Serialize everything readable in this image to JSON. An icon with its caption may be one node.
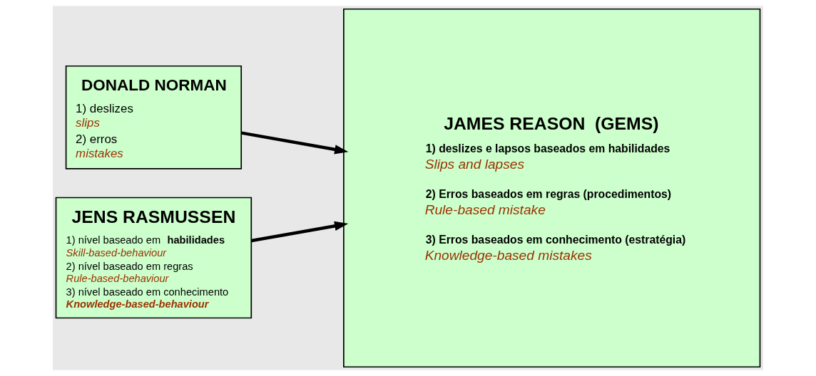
{
  "diagram": {
    "nodes": [
      {
        "text": [
          "DONALD NORMAN",
          "1) deslizes",
          "slips",
          "2) erros",
          "mistakes"
        ]
      },
      {
        "text": [
          "JENS RASMUSSEN",
          "1) nível baseado em **habilidades**",
          "Skill-based-behaviour",
          "2) nível baseado em regras",
          "Rule-based-behaviour",
          "3) nível baseado em conhecimento",
          "Knowledge-based-behaviour"
        ]
      },
      {
        "text": [
          "JAMES REASON  (GEMS)",
          "1) deslizes e lapsos baseados em habilidades",
          "Slips and lapses",
          "2) Erros baseados em regras (procedimentos)",
          "Rule-based mistake",
          "3) Erros baseados em conhecimento (estratégia)",
          "Knowledge-based mistakes"
        ]
      }
    ],
    "edges": [
      {
        "from": 0,
        "to": 2,
        "arrow": "to"
      },
      {
        "from": 1,
        "to": 2,
        "arrow": "to"
      }
    ]
  }
}
